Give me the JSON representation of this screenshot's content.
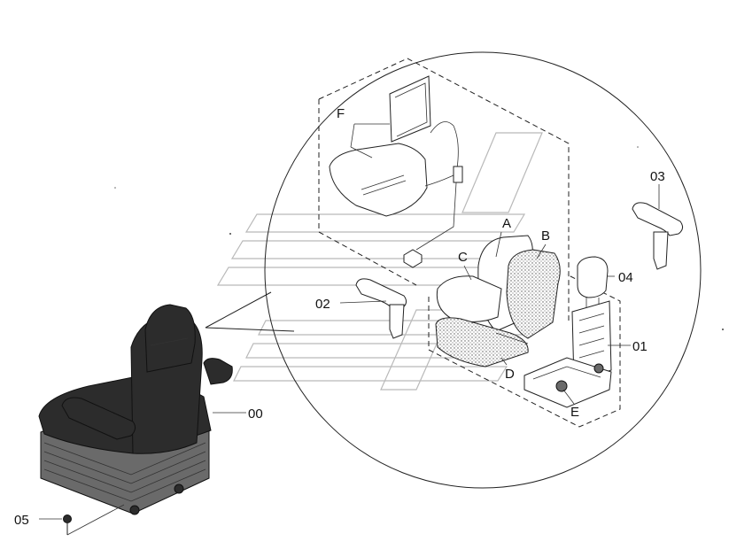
{
  "diagram": {
    "callouts": {
      "assembly": "00",
      "frame": "01",
      "armrest_left": "02",
      "armrest_right": "03",
      "headrest": "04",
      "bolt": "05"
    },
    "letters": {
      "a": "A",
      "b": "B",
      "c": "C",
      "d": "D",
      "e": "E",
      "f": "F"
    }
  }
}
